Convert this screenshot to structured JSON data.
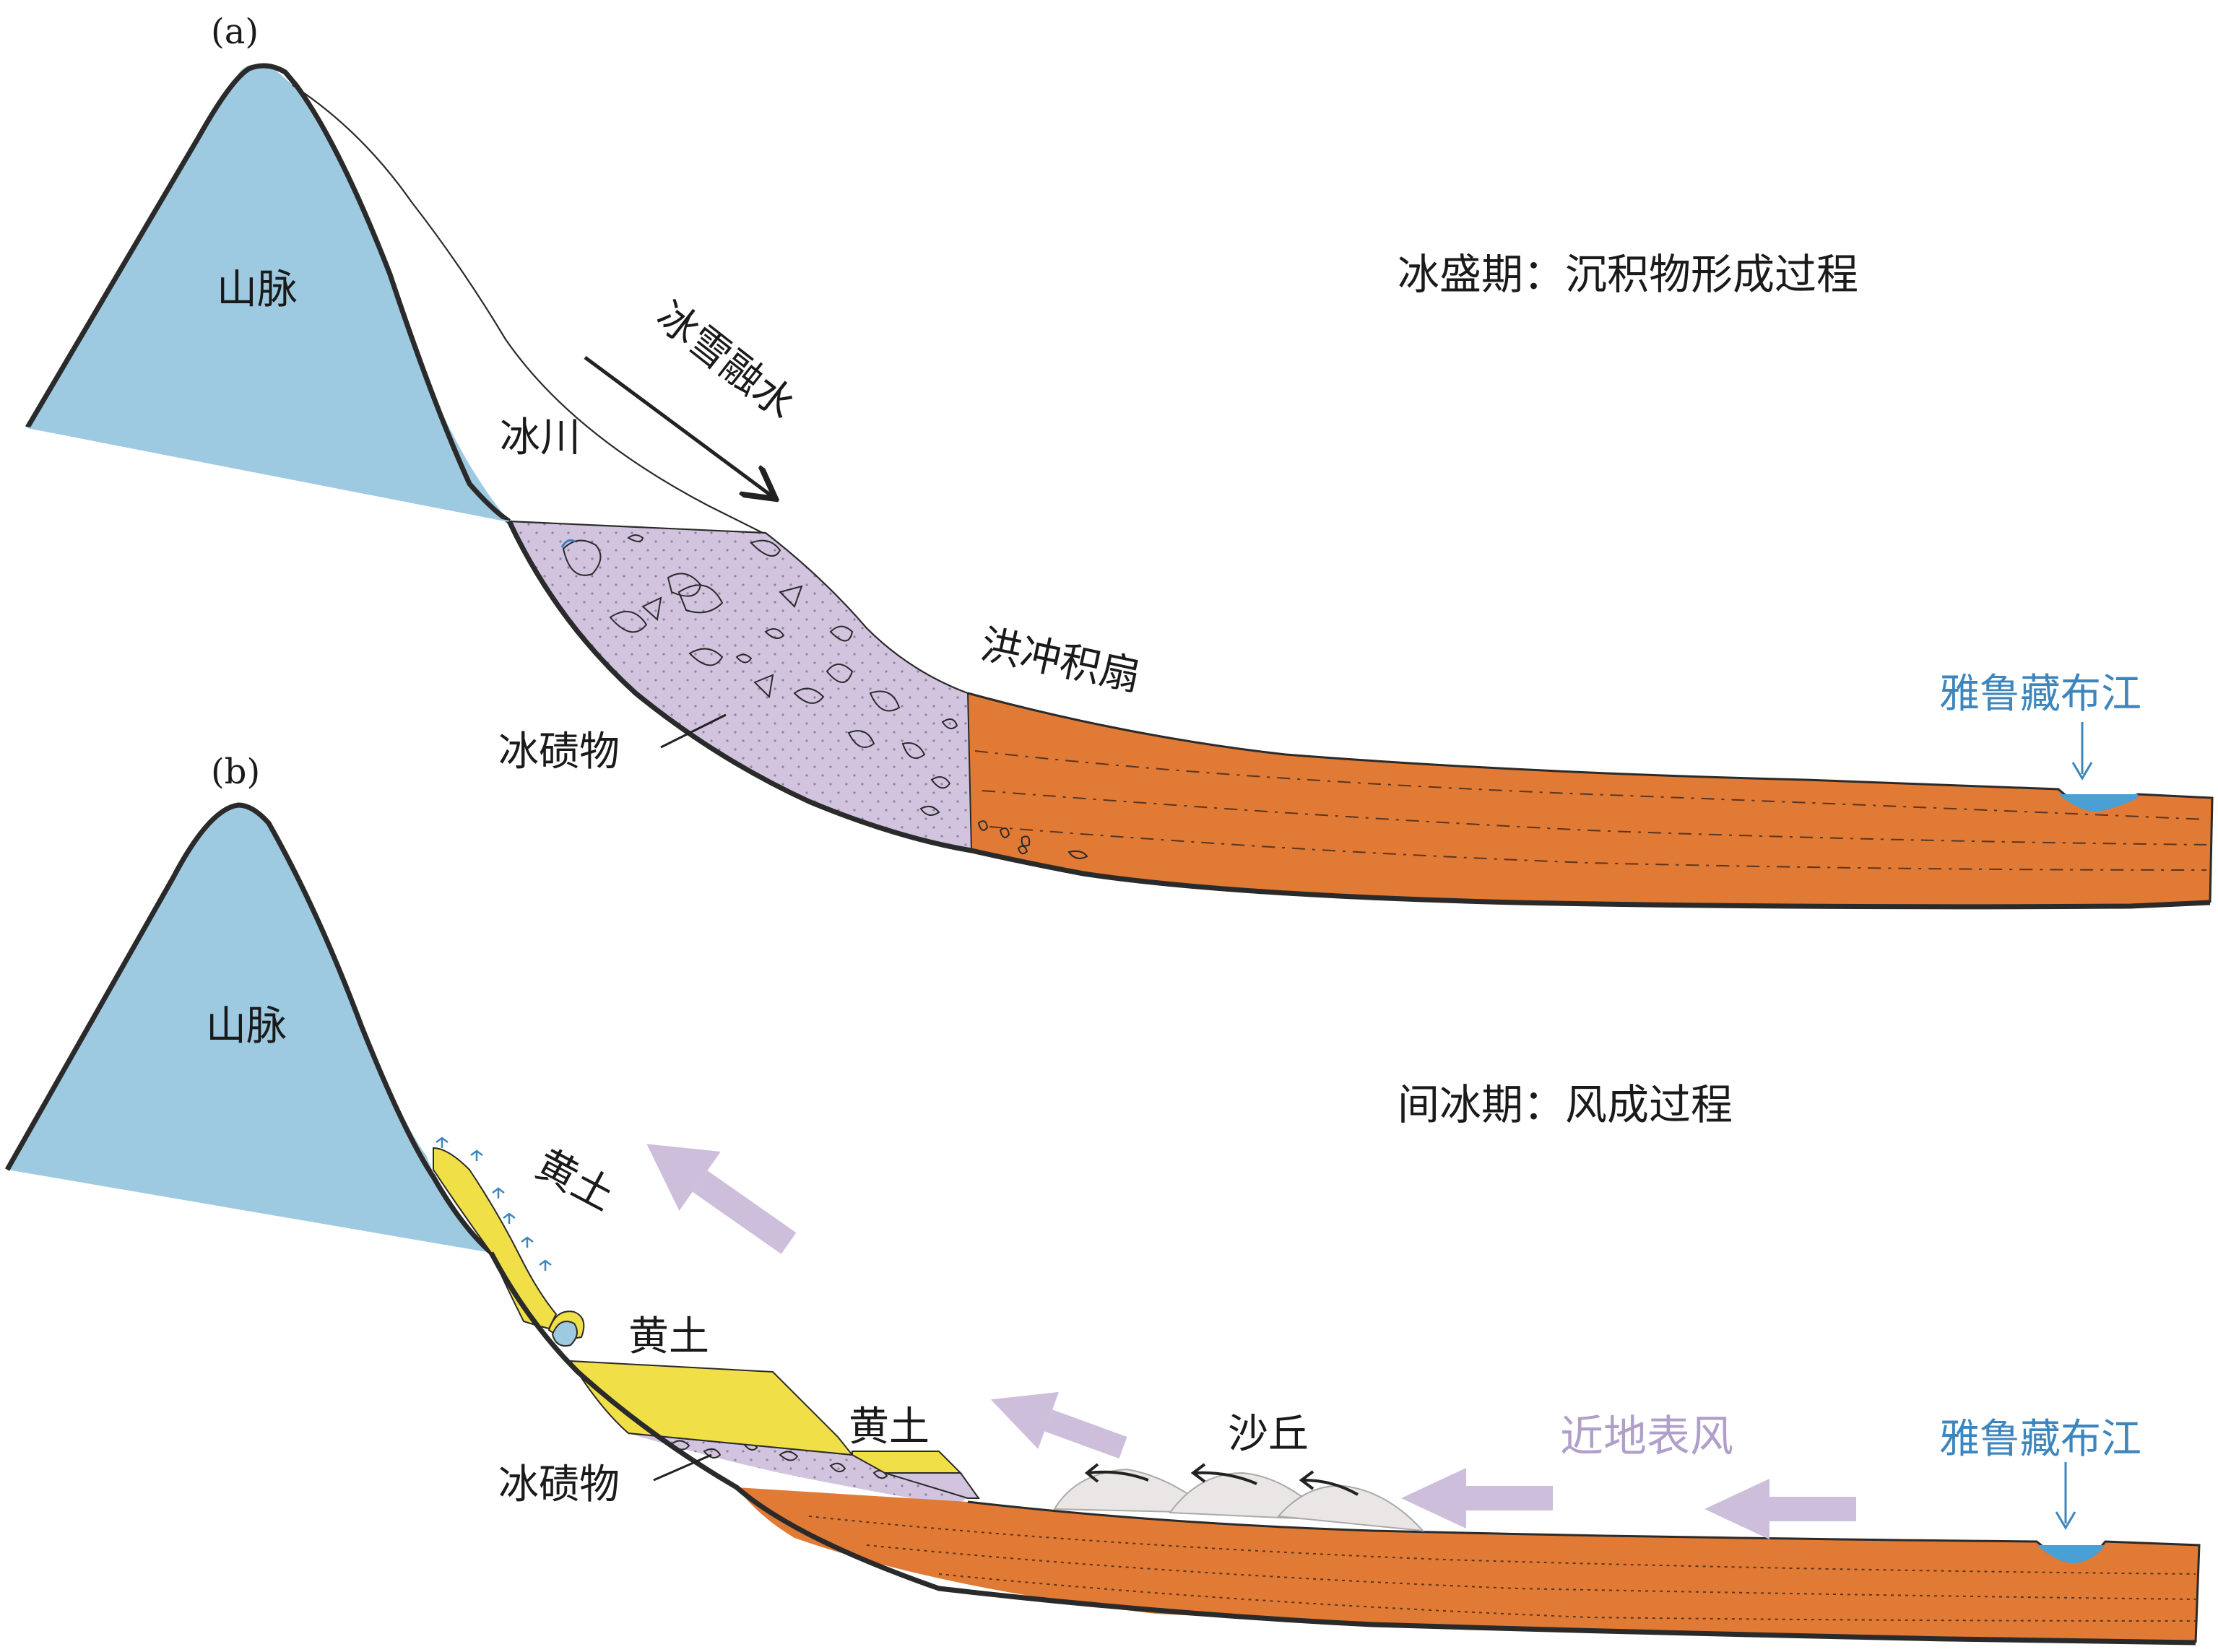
{
  "panel_a": {
    "tag": "(a)",
    "title": "冰盛期：沉积物形成过程",
    "labels": {
      "mountain": "山脉",
      "glacier": "冰川",
      "meltwater": "冰雪融水",
      "till": "冰碛物",
      "fan": "洪冲积扇",
      "river": "雅鲁藏布江"
    }
  },
  "panel_b": {
    "tag": "(b)",
    "title": "间冰期：风成过程",
    "labels": {
      "mountain": "山脉",
      "loess_slope": "黄土",
      "loess_terrace": "黄土",
      "loess_small": "黄土",
      "till": "冰碛物",
      "dune": "沙丘",
      "wind": "近地表风",
      "river": "雅鲁藏布江"
    }
  },
  "colors": {
    "mountain": "#9ecae1",
    "till": "#d2c4de",
    "fan": "#e07a35",
    "loess": "#f1df48",
    "dune": "#ebe6e6",
    "river": "#4a9fd4",
    "wind_arrow": "#cdbedc",
    "outline": "#2a2a2a"
  }
}
